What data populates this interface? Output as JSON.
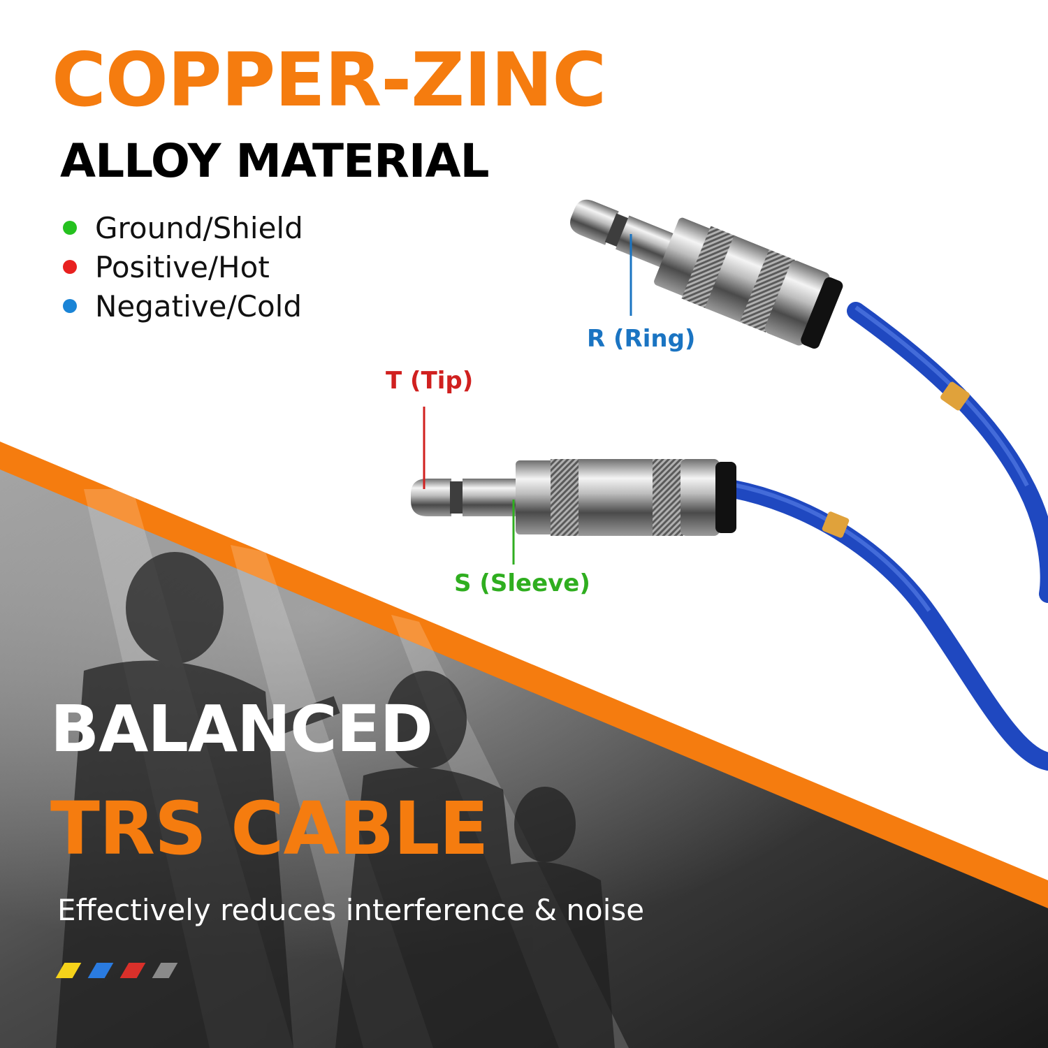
{
  "headline": {
    "line1": "COPPER-ZINC",
    "line2": "ALLOY MATERIAL"
  },
  "legend": {
    "items": [
      {
        "label": "Ground/Shield",
        "color": "#25c11f"
      },
      {
        "label": "Positive/Hot",
        "color": "#e8201f"
      },
      {
        "label": "Negative/Cold",
        "color": "#1a84d6"
      }
    ]
  },
  "callouts": {
    "ring": {
      "label": "R (Ring)",
      "color": "#1a74c2"
    },
    "tip": {
      "label": "T (Tip)",
      "color": "#d0201f"
    },
    "sleeve": {
      "label": "S (Sleeve)",
      "color": "#2fae1f"
    }
  },
  "banner": {
    "line1": "BALANCED",
    "line2": "TRS CABLE",
    "tagline": "Effectively reduces interference & noise"
  },
  "accent_color": "#f57c0f",
  "cable_color": "#1f48c0",
  "color_stripes": [
    "#f5d21a",
    "#2a7be0",
    "#d9302a",
    "#8a8a8a"
  ]
}
